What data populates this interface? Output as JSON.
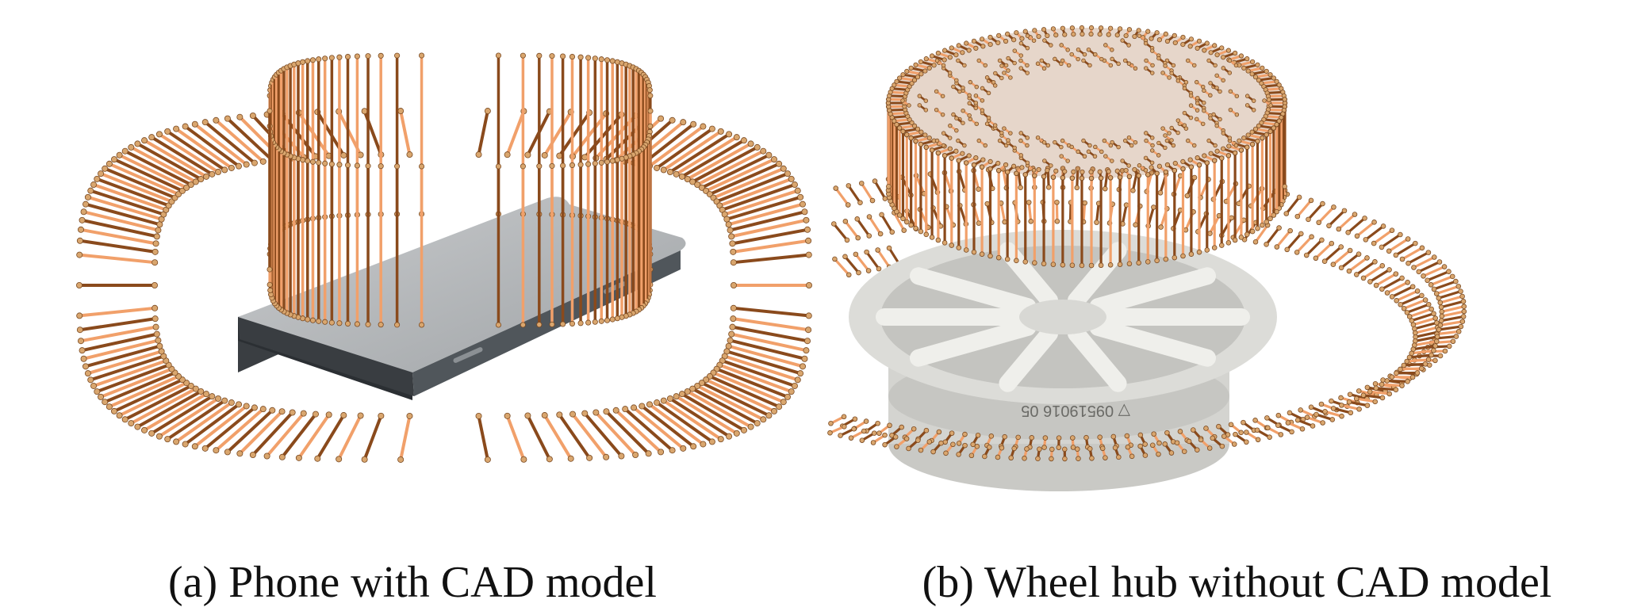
{
  "figure": {
    "panels": [
      {
        "id": "a",
        "caption": "(a) Phone with CAD model"
      },
      {
        "id": "b",
        "caption": "(b) Wheel hub without CAD model"
      }
    ],
    "wheel_stamp": "▽ 09519016 05"
  },
  "colors": {
    "copper_light": "#f1a06a",
    "copper_dark": "#8a4a1c",
    "bead": "#d9a66e",
    "phone_body": "#b9bcbf",
    "phone_edge": "#2f3337",
    "wheel_body": "#d6d6d2",
    "wheel_shadow": "#9c9c98"
  }
}
